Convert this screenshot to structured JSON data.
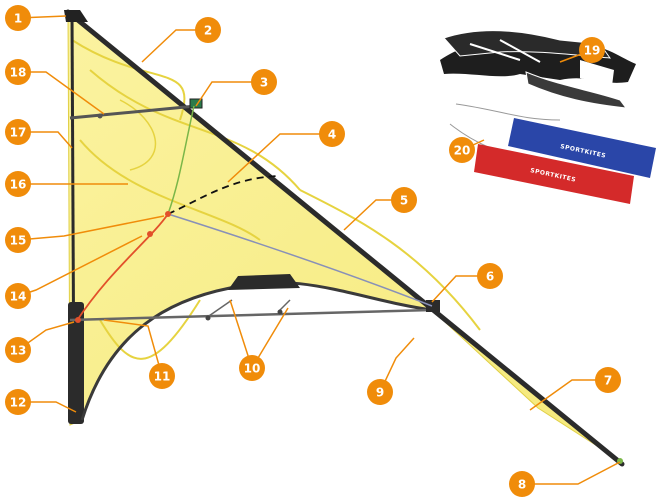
{
  "colors": {
    "sail": "#f7ef8f",
    "sail_edge": "#e8d84a",
    "frame": "#2b2b2b",
    "callout": "#f08c0a",
    "callout_text": "#ffffff",
    "bridle_green": "#7ab648",
    "bridle_red": "#e2502a",
    "bridle_blue": "#8890b8",
    "strap_blue": "#2a46a8",
    "strap_red": "#d42a2a"
  },
  "callouts": [
    {
      "num": "1"
    },
    {
      "num": "2"
    },
    {
      "num": "3"
    },
    {
      "num": "4"
    },
    {
      "num": "5"
    },
    {
      "num": "6"
    },
    {
      "num": "7"
    },
    {
      "num": "8"
    },
    {
      "num": "9"
    },
    {
      "num": "10"
    },
    {
      "num": "11"
    },
    {
      "num": "12"
    },
    {
      "num": "13"
    },
    {
      "num": "14"
    },
    {
      "num": "15"
    },
    {
      "num": "16"
    },
    {
      "num": "17"
    },
    {
      "num": "18"
    },
    {
      "num": "19"
    },
    {
      "num": "20"
    }
  ],
  "accessories": {
    "strap_brand": "SPORTKITES"
  },
  "icons": {
    "handles": "kite-handles-icon",
    "straps": "wrist-straps-icon"
  }
}
